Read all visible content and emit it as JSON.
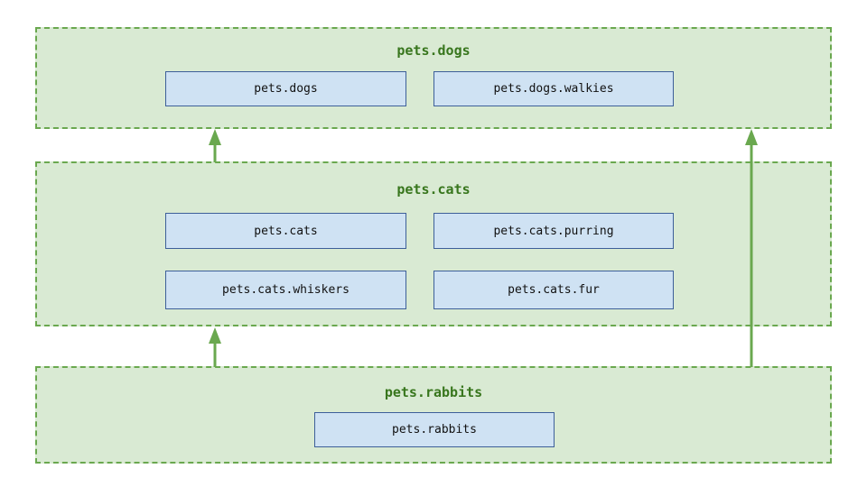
{
  "colors": {
    "group_fill": "#d9ead3",
    "group_border": "#6aa84f",
    "group_title": "#38761d",
    "box_fill": "#cfe2f3",
    "box_border": "#3d5f99",
    "arrow": "#6aa84f"
  },
  "groups": {
    "dogs": {
      "title": "pets.dogs",
      "items": [
        "pets.dogs",
        "pets.dogs.walkies"
      ]
    },
    "cats": {
      "title": "pets.cats",
      "items": [
        "pets.cats",
        "pets.cats.purring",
        "pets.cats.whiskers",
        "pets.cats.fur"
      ]
    },
    "rabbits": {
      "title": "pets.rabbits",
      "items": [
        "pets.rabbits"
      ]
    }
  },
  "edges": [
    {
      "from": "pets.cats",
      "to": "pets.dogs"
    },
    {
      "from": "pets.rabbits",
      "to": "pets.cats"
    },
    {
      "from": "pets.rabbits",
      "to": "pets.dogs"
    }
  ]
}
